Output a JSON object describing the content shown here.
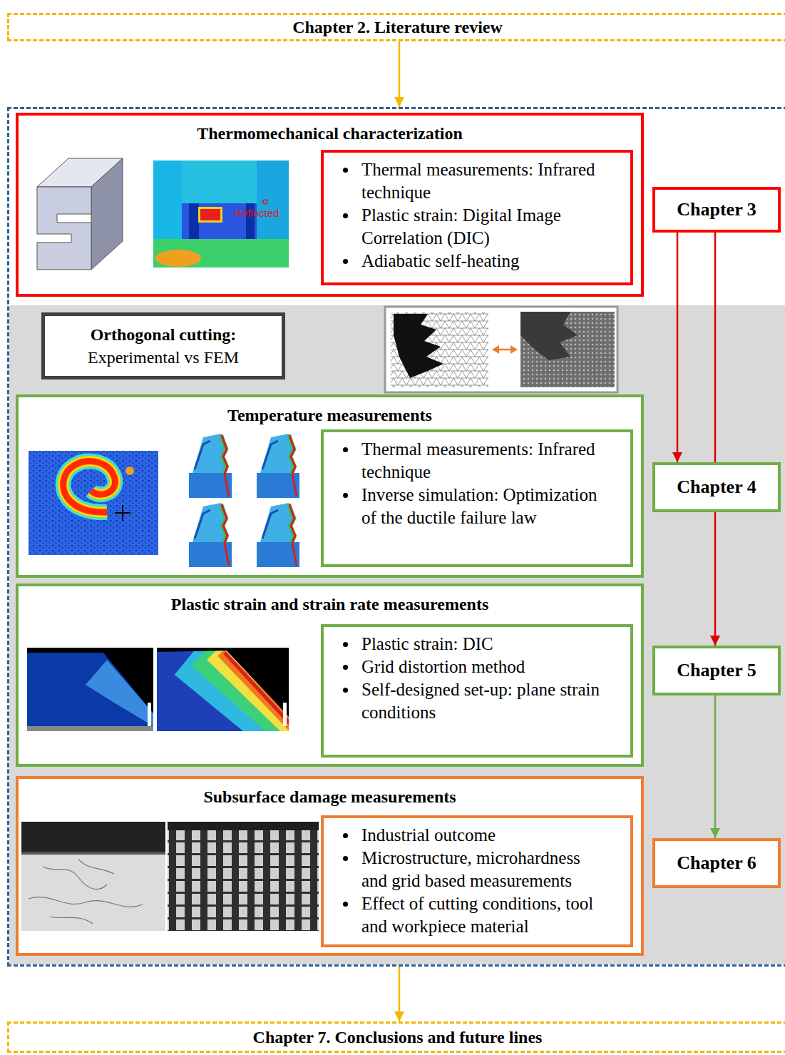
{
  "diagram": {
    "nodes": [
      {
        "text": [
          "Chapter 2. Literature review"
        ]
      },
      {
        "text": []
      },
      {
        "text": [
          "Thermomechanical characterization"
        ],
        "in": 1
      },
      {
        "text": [
          "Thermal measurements: Infrared technique",
          "Plastic strain: Digital Image Correlation (DIC)",
          "Adiabatic self-heating"
        ],
        "in": 2
      },
      {
        "text": [
          "Chapter 3"
        ],
        "in": 1
      },
      {
        "text": [
          "Orthogonal cutting:",
          "Experimental vs FEM"
        ],
        "in": 1
      },
      {
        "text": [
          "Temperature measurements"
        ],
        "in": 1
      },
      {
        "text": [
          "Thermal measurements: Infrared technique",
          "Inverse simulation: Optimization of the ductile failure law"
        ],
        "in": 6
      },
      {
        "text": [
          "Chapter 4"
        ],
        "in": 1
      },
      {
        "text": [
          "Plastic strain and strain rate measurements"
        ],
        "in": 1
      },
      {
        "text": [
          "Plastic strain: DIC",
          "Grid distortion method",
          "Self-designed set-up: plane strain conditions"
        ],
        "in": 9
      },
      {
        "text": [
          "Chapter 5"
        ],
        "in": 1
      },
      {
        "text": [
          "Subsurface damage measurements"
        ],
        "in": 1
      },
      {
        "text": [
          "Industrial outcome",
          "Microstructure, microhardness and grid based measurements",
          "Effect of cutting conditions, tool and workpiece material"
        ],
        "in": 12
      },
      {
        "text": [
          "Chapter 6"
        ],
        "in": 1
      },
      {
        "text": [
          "Chapter 7. Conclusions and future lines"
        ]
      }
    ],
    "edges": [
      {
        "from": 0,
        "to": 1,
        "arrow": "to"
      },
      {
        "from": 4,
        "to": 8,
        "arrow": "to"
      },
      {
        "from": 4,
        "to": 8,
        "arrow": "none"
      },
      {
        "from": 8,
        "to": 11,
        "arrow": "to"
      },
      {
        "from": 11,
        "to": 14,
        "arrow": "to"
      },
      {
        "from": 1,
        "to": 15,
        "arrow": "to"
      }
    ],
    "labels": [
      "Reflected"
    ]
  }
}
